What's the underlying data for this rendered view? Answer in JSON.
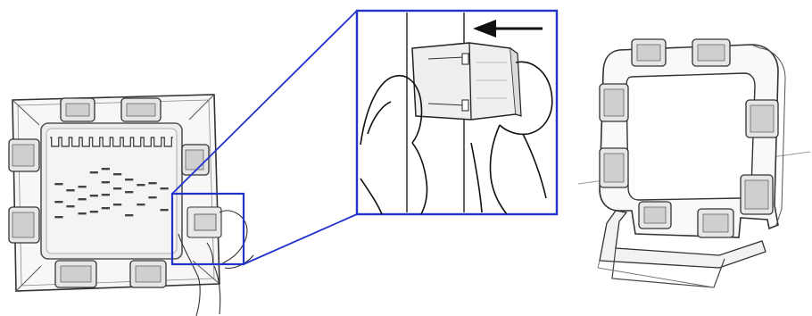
{
  "figure": {
    "panels": [
      "gel-tray-with-clips",
      "zoom-clip-insertion",
      "empty-frame-3d"
    ],
    "colors": {
      "zoom_outline": "#2233cc",
      "line_art": "#222222",
      "clip_fill": "#e6e6e6",
      "gel_border": "#555555",
      "band": "#444444"
    },
    "icons": [
      "clip-icon",
      "hand-icon",
      "arrow-left-icon"
    ],
    "gel": {
      "well_count": 12,
      "lanes": [
        {
          "bands": [
            0.35,
            0.55,
            0.72
          ]
        },
        {
          "bands": [
            0.42,
            0.6
          ]
        },
        {
          "bands": [
            0.38,
            0.52,
            0.68
          ]
        },
        {
          "bands": [
            0.22,
            0.48,
            0.66
          ]
        },
        {
          "bands": [
            0.18,
            0.33,
            0.47,
            0.62
          ]
        },
        {
          "bands": [
            0.24,
            0.4,
            0.58
          ]
        },
        {
          "bands": [
            0.3,
            0.44,
            0.7
          ]
        },
        {
          "bands": [
            0.36,
            0.58
          ]
        },
        {
          "bands": [
            0.34,
            0.5
          ]
        },
        {
          "bands": [
            0.4,
            0.64
          ]
        }
      ]
    }
  }
}
